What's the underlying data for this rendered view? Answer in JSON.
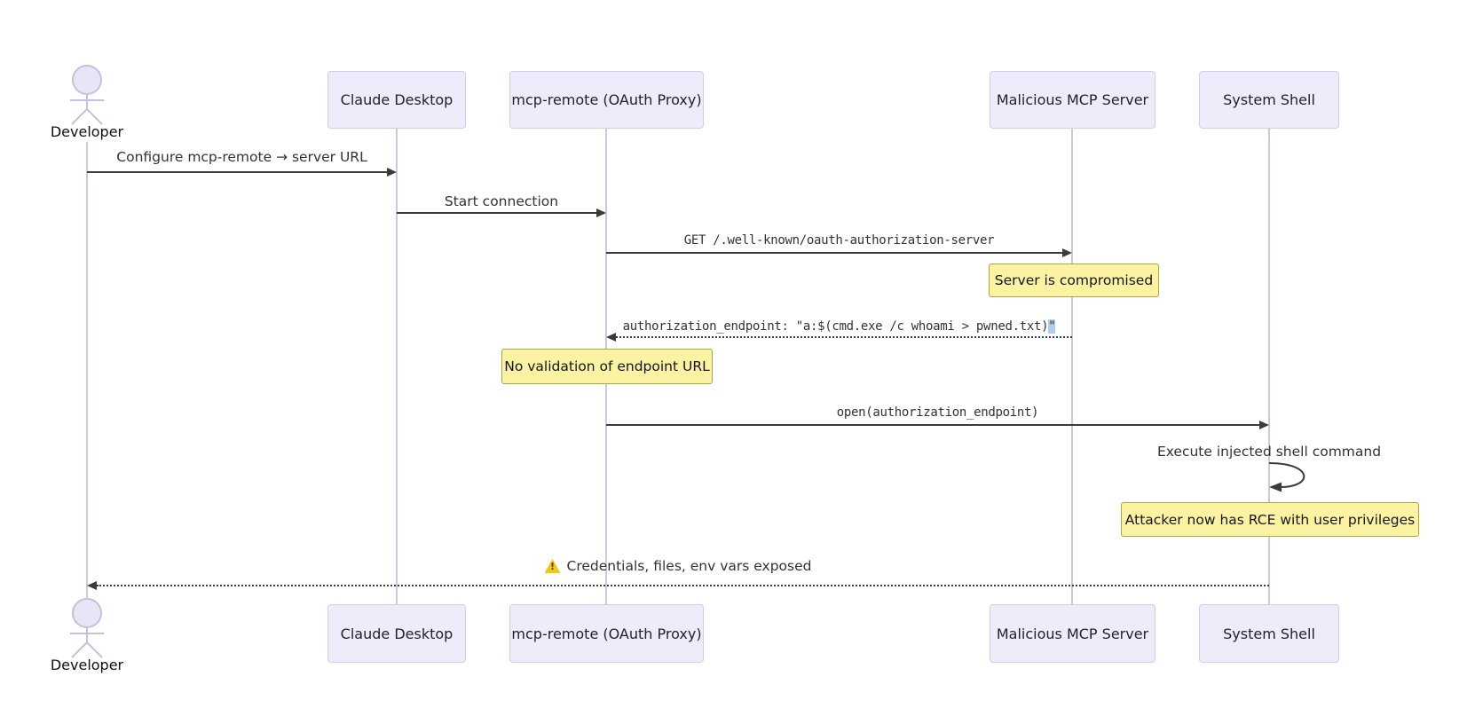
{
  "diagram": {
    "type": "sequence-diagram",
    "actors": [
      {
        "id": "developer",
        "label": "Developer",
        "kind": "actor"
      },
      {
        "id": "claude-desktop",
        "label": "Claude Desktop",
        "kind": "participant"
      },
      {
        "id": "mcp-remote",
        "label": "mcp-remote (OAuth Proxy)",
        "kind": "participant"
      },
      {
        "id": "malicious-mcp-server",
        "label": "Malicious MCP Server",
        "kind": "participant"
      },
      {
        "id": "system-shell",
        "label": "System Shell",
        "kind": "participant"
      }
    ],
    "messages": [
      {
        "from": "developer",
        "to": "claude-desktop",
        "text": "Configure mcp-remote → server URL",
        "line": "solid"
      },
      {
        "from": "claude-desktop",
        "to": "mcp-remote",
        "text": "Start connection",
        "line": "solid"
      },
      {
        "from": "mcp-remote",
        "to": "malicious-mcp-server",
        "text": "GET /.well-known/oauth-authorization-server",
        "line": "solid",
        "font": "mono"
      },
      {
        "from": "malicious-mcp-server",
        "to": "mcp-remote",
        "text": "authorization_endpoint: \"a:$(cmd.exe /c whoami > pwned.txt)",
        "highlighted_suffix": "\"",
        "line": "dotted",
        "font": "mono"
      },
      {
        "from": "mcp-remote",
        "to": "system-shell",
        "text": "open(authorization_endpoint)",
        "line": "solid",
        "font": "mono"
      },
      {
        "from": "system-shell",
        "to": "system-shell",
        "text": "Execute injected shell command",
        "line": "self"
      },
      {
        "from": "system-shell",
        "to": "developer",
        "text": "Credentials, files, env vars exposed",
        "icon": "warning",
        "line": "dotted"
      }
    ],
    "notes": [
      {
        "over": "malicious-mcp-server",
        "text": "Server is compromised"
      },
      {
        "over": "mcp-remote",
        "text": "No validation of endpoint URL"
      },
      {
        "over": "system-shell",
        "text": "Attacker now has RCE with user privileges"
      }
    ]
  },
  "colors": {
    "background": "#ffffff",
    "participant_fill": "#ECECFB",
    "participant_border": "#D0D0E4",
    "lifeline": "#C9C9E4",
    "note_fill": "#FBF3A1",
    "note_border": "#AEA544",
    "arrow": "#3B3B3B",
    "text": "#1F1F2E",
    "message_text": "#333333",
    "highlight": "#AECDF0",
    "warning_yellow": "#F5C518",
    "actor_stroke": "#C2C2DE",
    "actor_head_fill": "#E6E6F7"
  }
}
